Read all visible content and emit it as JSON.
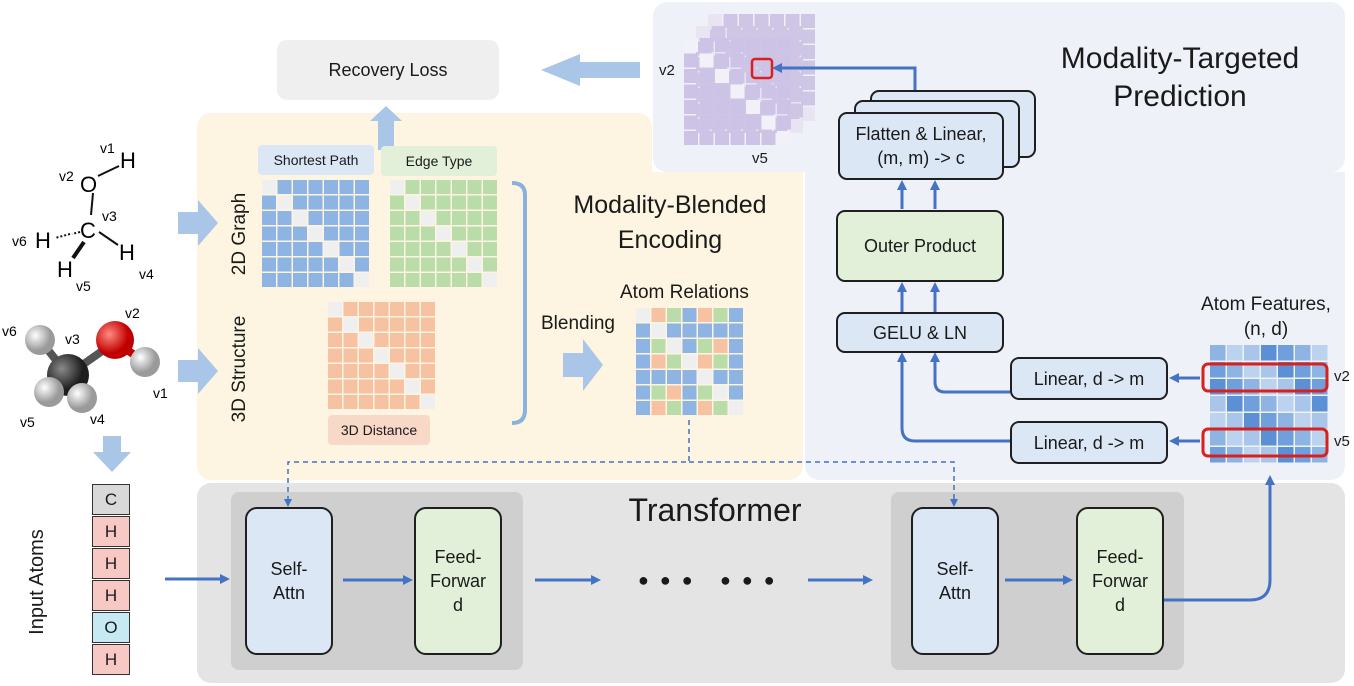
{
  "recovery_loss": "Recovery Loss",
  "prediction": {
    "title_line1": "Modality-Targeted",
    "title_line2": "Prediction"
  },
  "encoding": {
    "title_line1": "Modality-Blended",
    "title_line2": "Encoding",
    "graph_label": "2D Graph",
    "structure_label": "3D Structure",
    "shortest_path": "Shortest Path",
    "edge_type": "Edge Type",
    "distance_3d": "3D Distance",
    "blending": "Blending",
    "atom_relations": "Atom Relations"
  },
  "molecule_2d": {
    "v1": "v1",
    "v2": "v2",
    "v3": "v3",
    "v4": "v4",
    "v5": "v5",
    "v6": "v6",
    "H": "H",
    "O": "O",
    "C": "C"
  },
  "molecule_3d": {
    "v1": "v1",
    "v2": "v2",
    "v3": "v3",
    "v4": "v4",
    "v5": "v5",
    "v6": "v6"
  },
  "input_atoms": {
    "label": "Input Atoms",
    "atoms": [
      "C",
      "H",
      "H",
      "H",
      "O",
      "H"
    ]
  },
  "transformer": {
    "title": "Transformer",
    "self_attn_1": "Self-",
    "self_attn_2": "Attn",
    "ff_1": "Feed-",
    "ff_2": "Forwar",
    "ff_3": "d",
    "ellipsis_a": "● ● ●",
    "ellipsis_b": "● ● ●"
  },
  "head": {
    "flatten_line1": "Flatten & Linear,",
    "flatten_line2": "(m, m) -> c",
    "outer_product": "Outer Product",
    "gelu_ln": "GELU & LN",
    "linear_top": "Linear, d -> m",
    "linear_bottom": "Linear, d -> m",
    "atom_features_line1": "Atom Features,",
    "atom_features_line2": "(n, d)",
    "row_v2": "v2",
    "row_v5": "v5",
    "output_v2": "v2",
    "output_v5": "v5"
  },
  "colors": {
    "arrow_blue": "#4472c4",
    "light_arrow": "#a9c6e8",
    "highlight_red": "#d9201c",
    "encoding_bg": "#fdf5e2",
    "transformer_bg": "#e4e4e4",
    "prediction_bg": "#eef2f8",
    "atom_c": "#d9d9d9",
    "atom_h": "#f8c8c4",
    "atom_o": "#c7e9f4"
  }
}
